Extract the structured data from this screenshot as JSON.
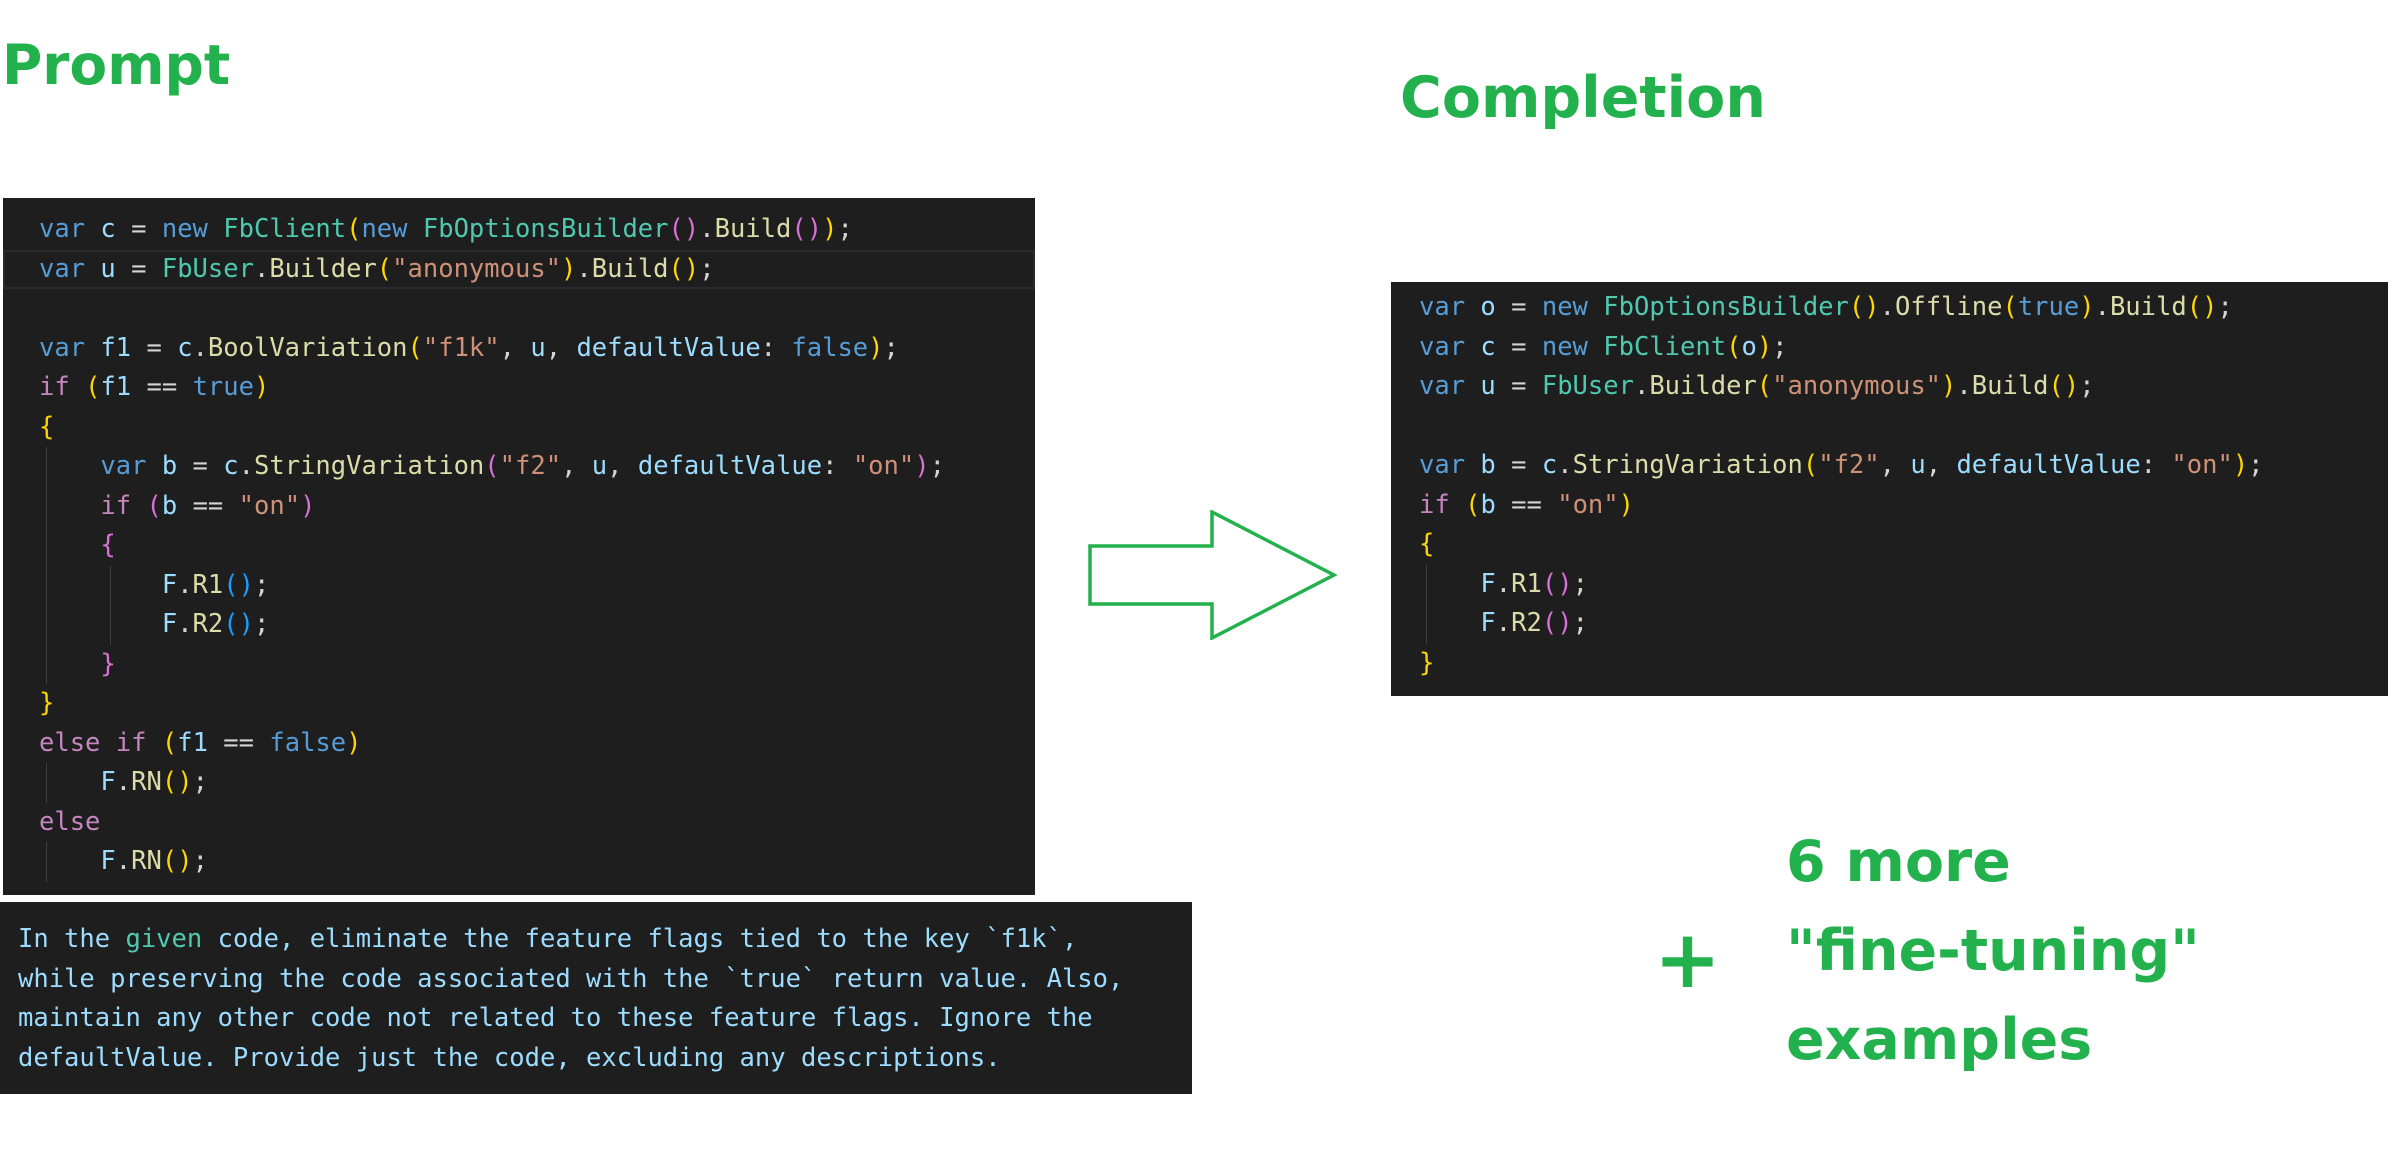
{
  "headings": {
    "prompt": "Prompt",
    "completion": "Completion"
  },
  "prompt_code_lines": [
    "var c = new FbClient(new FbOptionsBuilder().Build());",
    "var u = FbUser.Builder(\"anonymous\").Build();",
    "",
    "var f1 = c.BoolVariation(\"f1k\", u, defaultValue: false);",
    "if (f1 == true)",
    "{",
    "    var b = c.StringVariation(\"f2\", u, defaultValue: \"on\");",
    "    if (b == \"on\")",
    "    {",
    "        F.R1();",
    "        F.R2();",
    "    }",
    "}",
    "else if (f1 == false)",
    "    F.RN();",
    "else",
    "    F.RN();"
  ],
  "instruction": {
    "lines": [
      "In the given code, eliminate the feature flags tied to the key `f1k`,",
      "while preserving the code associated with the `true` return value. Also,",
      "maintain any other code not related to these feature flags. Ignore the",
      "defaultValue. Provide just the code, excluding any descriptions."
    ]
  },
  "completion_code_lines": [
    "var o = new FbOptionsBuilder().Offline(true).Build();",
    "var c = new FbClient(o);",
    "var u = FbUser.Builder(\"anonymous\").Build();",
    "",
    "var b = c.StringVariation(\"f2\", u, defaultValue: \"on\");",
    "if (b == \"on\")",
    "{",
    "    F.R1();",
    "    F.R2();",
    "}"
  ],
  "more_examples": {
    "plus": "+",
    "lines": [
      "6 more",
      "\"fine-tuning\"",
      "examples"
    ]
  },
  "colors": {
    "accent_green": "#22b14c",
    "editor_background": "#1e1e1e"
  },
  "icons": {
    "arrow": "right-arrow-outline-icon"
  }
}
